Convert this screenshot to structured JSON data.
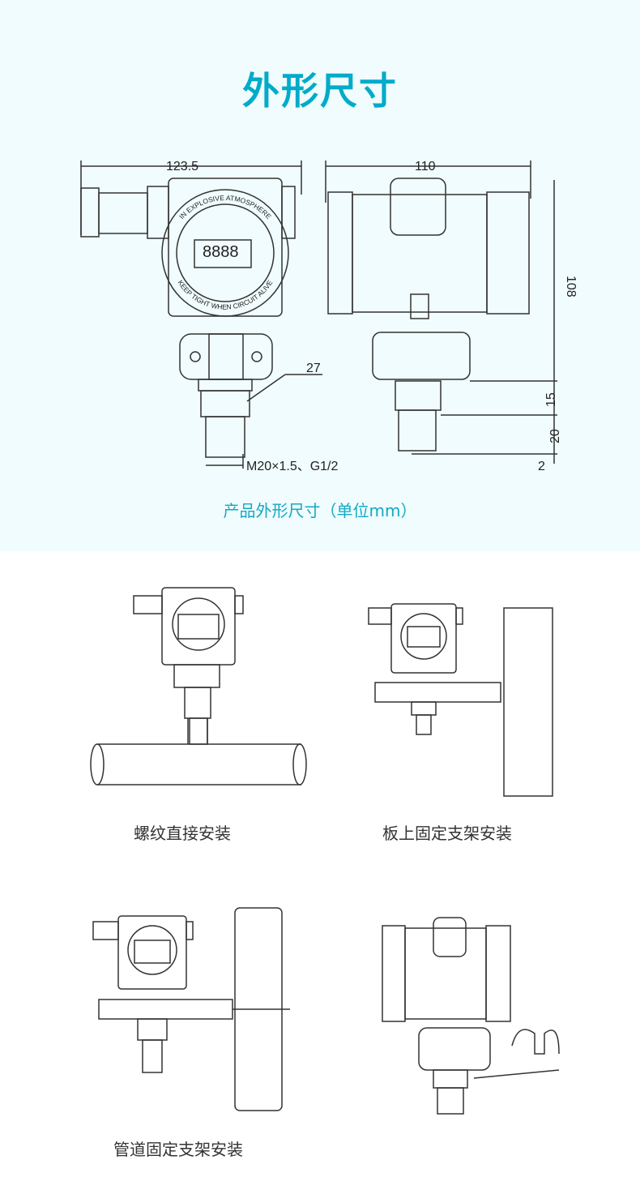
{
  "title": "外形尺寸",
  "dimensions_caption": "产品外形尺寸（单位mm）",
  "front_view": {
    "width": "123.5",
    "wrench": "27",
    "thread": "M20×1.5、G1/2",
    "display": "8888",
    "ring_top": "IN EXPLOSIVE ATMOSPHERE",
    "ring_bottom": "KEEP TIGHT WHEN CIRCUIT ALIVE"
  },
  "side_view": {
    "width": "110",
    "height": "108",
    "dim_15": "15",
    "dim_20": "20",
    "dim_2": "2"
  },
  "installations": [
    {
      "label": "螺纹直接安装"
    },
    {
      "label": "板上固定支架安装"
    },
    {
      "label": "管道固定支架安装"
    },
    {
      "label": ""
    }
  ]
}
